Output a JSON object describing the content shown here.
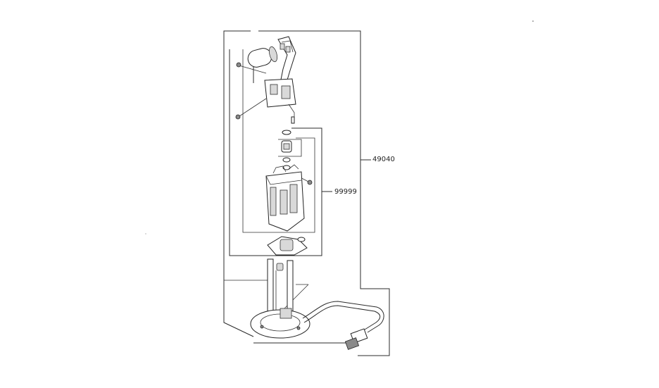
{
  "callouts": [
    {
      "id": "49040",
      "label": "49040"
    },
    {
      "id": "99999",
      "label": "99999"
    }
  ]
}
